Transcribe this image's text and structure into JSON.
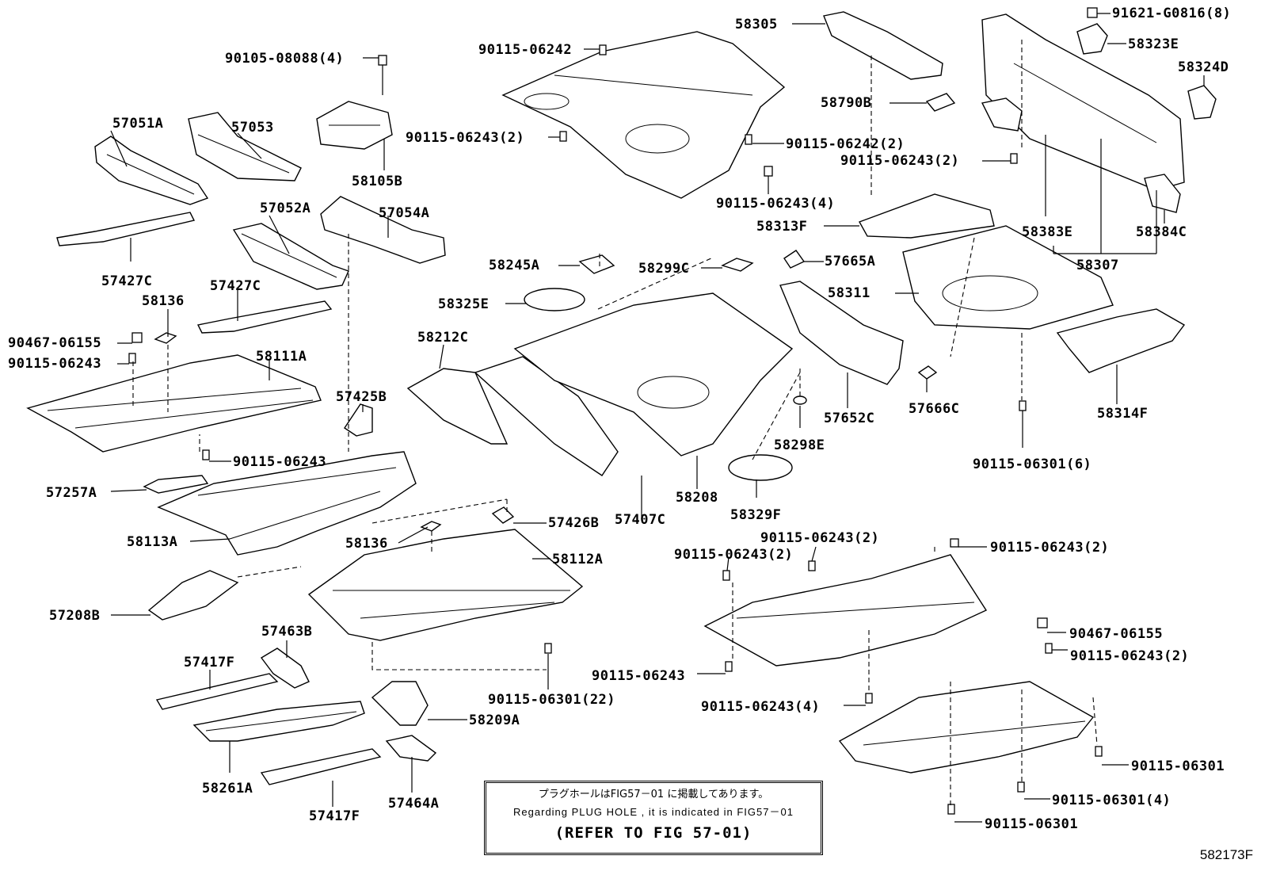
{
  "diagram_id": "582173F",
  "note": {
    "japanese": "プラグホールはFIG57－01 に掲載してあります。",
    "english": "Regarding  PLUG HOLE , it is indicated in FIG57－01",
    "reference": "(REFER TO FIG 57-01)"
  },
  "labels": {
    "l_90105_08088": "90105-08088(4)",
    "l_57051A": "57051A",
    "l_57053": "57053",
    "l_58105B": "58105B",
    "l_57427C_a": "57427C",
    "l_57052A": "57052A",
    "l_57054A": "57054A",
    "l_57427C_b": "57427C",
    "l_58136_a": "58136",
    "l_90467_06155_a": "90467-06155",
    "l_90115_06243_a": "90115-06243",
    "l_58111A": "58111A",
    "l_57425B": "57425B",
    "l_90115_06243_b": "90115-06243",
    "l_57257A": "57257A",
    "l_58113A": "58113A",
    "l_58136_b": "58136",
    "l_57426B": "57426B",
    "l_58112A": "58112A",
    "l_57208B": "57208B",
    "l_57463B": "57463B",
    "l_57417F_a": "57417F",
    "l_58209A": "58209A",
    "l_58261A": "58261A",
    "l_57417F_b": "57417F",
    "l_57464A": "57464A",
    "l_90115_06301_22": "90115-06301(22)",
    "l_90115_06242_a": "90115-06242",
    "l_90115_06243_2a": "90115-06243(2)",
    "l_90115_06242_2": "90115-06242(2)",
    "l_90115_06243_4a": "90115-06243(4)",
    "l_58245A": "58245A",
    "l_58325E": "58325E",
    "l_58212C": "58212C",
    "l_58299C": "58299C",
    "l_57407C": "57407C",
    "l_58208": "58208",
    "l_58298E": "58298E",
    "l_58329F": "58329F",
    "l_58305": "58305",
    "l_58790B": "58790B",
    "l_90115_06243_2b": "90115-06243(2)",
    "l_58313F": "58313F",
    "l_57665A": "57665A",
    "l_58311": "58311",
    "l_57652C": "57652C",
    "l_57666C": "57666C",
    "l_91621_G0816": "91621-G0816(8)",
    "l_58323E": "58323E",
    "l_58324D": "58324D",
    "l_58383E": "58383E",
    "l_58384C": "58384C",
    "l_58307": "58307",
    "l_58314F": "58314F",
    "l_90115_06301_6": "90115-06301(6)",
    "l_90115_06243_2c": "90115-06243(2)",
    "l_90115_06243_2d": "90115-06243(2)",
    "l_90115_06243_2e": "90115-06243(2)",
    "l_90467_06155_b": "90467-06155",
    "l_90115_06243_2f": "90115-06243(2)",
    "l_90115_06243_c": "90115-06243",
    "l_90115_06243_4b": "90115-06243(4)",
    "l_90115_06301_a": "90115-06301",
    "l_90115_06301_4": "90115-06301(4)",
    "l_90115_06301_b": "90115-06301"
  }
}
